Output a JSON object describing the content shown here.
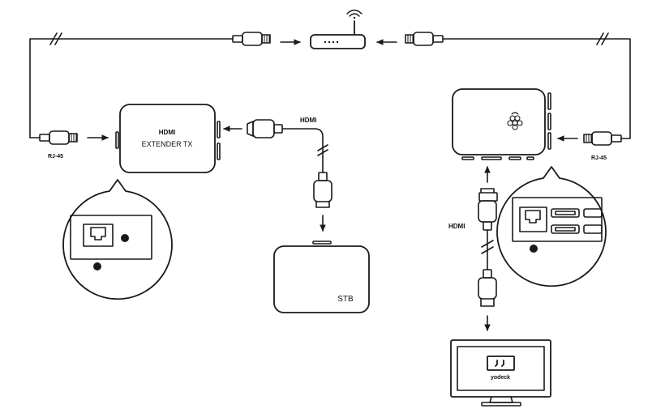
{
  "labels": {
    "rj45_left": "RJ-45",
    "rj45_right": "RJ-45",
    "hdmi_top": "HDMI",
    "hdmi_right": "HDMI",
    "extender_brand": "HDMI",
    "extender_model": "EXTENDER TX",
    "stb": "STB",
    "tv_brand": "yodeck"
  },
  "colors": {
    "stroke": "#1a1a1a",
    "background": "#ffffff"
  },
  "icons": [
    "wifi-icon",
    "raspberry-pi-logo-icon",
    "yodeck-quote-icon",
    "rj45-port-icon"
  ]
}
